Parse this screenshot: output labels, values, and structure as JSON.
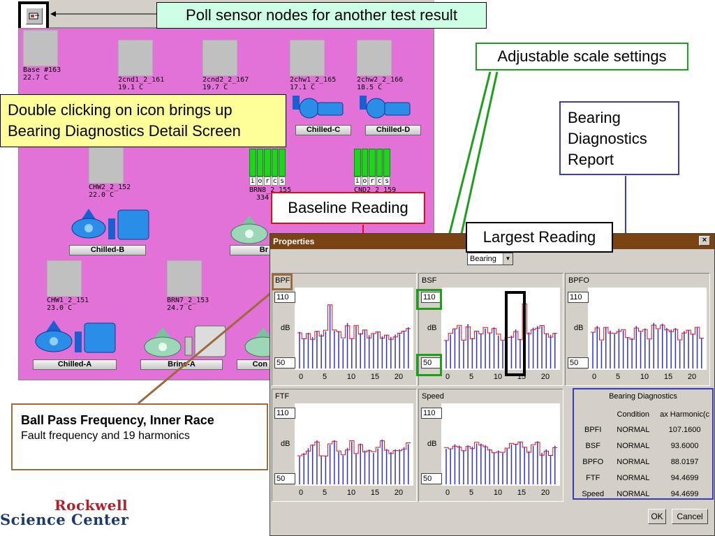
{
  "callouts": {
    "poll": "Poll sensor nodes for another test result",
    "adjustable": "Adjustable scale settings",
    "bearing_report": "Bearing Diagnostics Report",
    "double_click": "Double clicking on icon brings up Bearing Diagnostics Detail Screen",
    "baseline": "Baseline Reading",
    "largest": "Largest Reading",
    "bpfi_title": "Ball Pass Frequency, Inner Race",
    "bpfi_sub": "Fault frequency and 19 harmonics"
  },
  "nodes": [
    {
      "name": "Base #163",
      "temp": "22.7 C"
    },
    {
      "name": "2cnd1_2_161",
      "temp": "19.1 C"
    },
    {
      "name": "2cnd2_2_167",
      "temp": "19.7 C"
    },
    {
      "name": "2chw1_2_165",
      "temp": "17.1 C"
    },
    {
      "name": "2chw2_2_166",
      "temp": "18.5 C"
    },
    {
      "name": "CHW2_2_152",
      "temp": "22.0 C"
    },
    {
      "name": "BRN8_2_155",
      "temp": "334"
    },
    {
      "name": "CND2_2_159",
      "temp": ""
    },
    {
      "name": "CHW1_2_151",
      "temp": "23.0 C"
    },
    {
      "name": "BRN7_2_153",
      "temp": "24.7 C"
    }
  ],
  "sensor_letters": [
    "i",
    "o",
    "r",
    "c",
    "s"
  ],
  "equipment_labels": [
    "Chilled-C",
    "Chilled-D",
    "Chilled-B",
    "Br",
    "Chilled-A",
    "Brine-A",
    "Con"
  ],
  "dialog": {
    "title": "Properties",
    "close": "×",
    "combo_value": "Bearing",
    "combo_arrow": "▼",
    "db_label": "dB",
    "ok": "OK",
    "cancel": "Cancel"
  },
  "panels": [
    {
      "title": "BPFI",
      "ymax": "110",
      "ymin": "50",
      "xticks": [
        "0",
        "5",
        "10",
        "15",
        "20"
      ]
    },
    {
      "title": "BSF",
      "ymax": "110",
      "ymin": "50",
      "xticks": [
        "0",
        "5",
        "10",
        "15",
        "20"
      ]
    },
    {
      "title": "BPFO",
      "ymax": "110",
      "ymin": "50",
      "xticks": [
        "0",
        "5",
        "10",
        "15",
        "20"
      ]
    },
    {
      "title": "FTF",
      "ymax": "110",
      "ymin": "50",
      "xticks": [
        "0",
        "5",
        "10",
        "15",
        "20"
      ]
    },
    {
      "title": "Speed",
      "ymax": "110",
      "ymin": "50",
      "xticks": [
        "0",
        "5",
        "10",
        "15",
        "20"
      ]
    }
  ],
  "report": {
    "title": "Bearing Diagnostics",
    "headers": [
      "",
      "Condition",
      "ax Harmonic(c"
    ],
    "rows": [
      [
        "BPFI",
        "NORMAL",
        "107.1600"
      ],
      [
        "BSF",
        "NORMAL",
        "93.6000"
      ],
      [
        "BPFO",
        "NORMAL",
        "88.0197"
      ],
      [
        "FTF",
        "NORMAL",
        "94.4699"
      ],
      [
        "Speed",
        "NORMAL",
        "94.4699"
      ]
    ]
  },
  "logo": {
    "line1": "Rockwell",
    "line2": "Science Center"
  },
  "colors": {
    "canvas": "#e372d8",
    "titlebar": "#7a4313",
    "baseline": "#e01010",
    "harmonic": "#3030d0",
    "highlight_green": "#1ca01c",
    "highlight_blue": "#3b3bb8",
    "highlight_brown": "#9c6a3b"
  }
}
